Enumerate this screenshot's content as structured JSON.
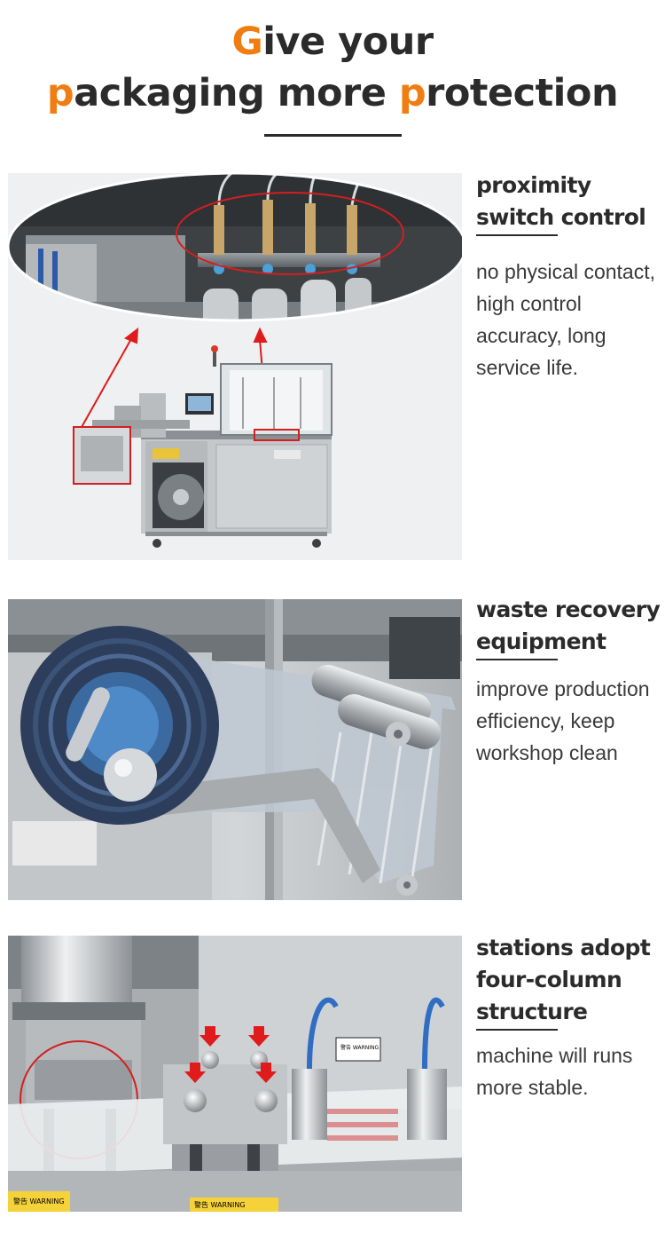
{
  "headline": {
    "line1_accent": "G",
    "line1_rest": "ive your",
    "line2_accent1": "p",
    "line2_mid": "ackaging more ",
    "line2_accent2": "p",
    "line2_rest": "rotection",
    "accent_color": "#f07d12",
    "text_color": "#2b2b2b"
  },
  "features": [
    {
      "title_line1": "proximity",
      "title_line2": "switch control",
      "body": "no physical contact, high control accuracy, long service life."
    },
    {
      "title_line1": "waste recovery",
      "title_line2": "equipment",
      "body": "improve production efficiency, keep workshop clean"
    },
    {
      "title_line1": "stations adopt",
      "title_line2": "four-column",
      "title_line3": "structure",
      "body": "machine will runs more stable."
    }
  ],
  "photos": {
    "photo3_labels": [
      "警告 WARNING",
      "警告 WARNING",
      "警告 WARNING"
    ]
  }
}
